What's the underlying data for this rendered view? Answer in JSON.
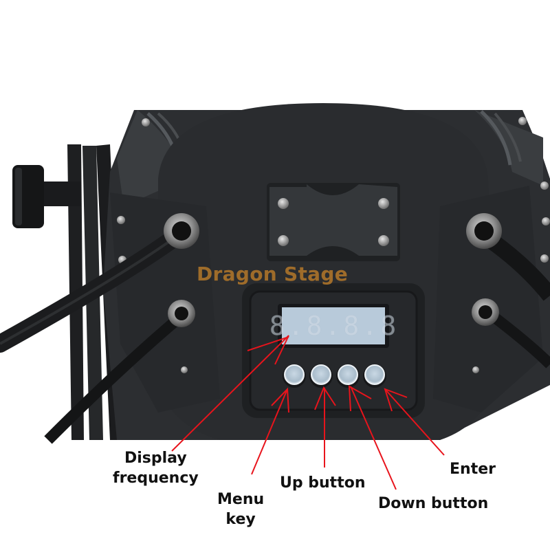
{
  "watermark": {
    "text": "Dragon Stage",
    "color": "#a9722a"
  },
  "display": {
    "segments": "8.8.8.8",
    "screen_color": "#b8cada"
  },
  "callouts": [
    {
      "id": "display-frequency",
      "lines": [
        "Display",
        "frequency"
      ]
    },
    {
      "id": "menu-key",
      "lines": [
        "Menu",
        "key"
      ]
    },
    {
      "id": "up-button",
      "lines": [
        "Up button"
      ]
    },
    {
      "id": "down-button",
      "lines": [
        "Down button"
      ]
    },
    {
      "id": "enter",
      "lines": [
        "Enter"
      ]
    }
  ],
  "colors": {
    "arrow": "#e8141c",
    "body": "#2b2d30",
    "background": "#ffffff"
  },
  "buttons": [
    {
      "name": "menu-button"
    },
    {
      "name": "up-button"
    },
    {
      "name": "down-button"
    },
    {
      "name": "enter-button"
    }
  ]
}
